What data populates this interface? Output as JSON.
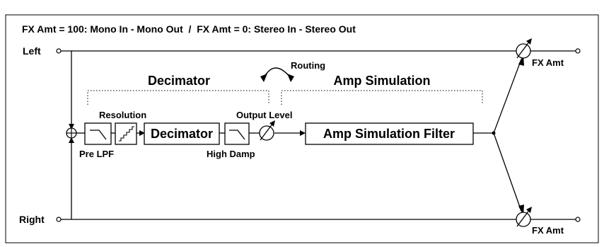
{
  "header": "FX Amt = 100: Mono In - Mono Out  /  FX Amt = 0: Stereo In - Stereo Out",
  "inputs": {
    "left": "Left",
    "right": "Right"
  },
  "sections": {
    "decimator": "Decimator",
    "amp_simulation": "Amp Simulation",
    "routing": "Routing"
  },
  "blocks": {
    "resolution": "Resolution",
    "pre_lpf": "Pre LPF",
    "decimator": "Decimator",
    "high_damp": "High Damp",
    "output_level": "Output Level",
    "amp_sim_filter": "Amp Simulation Filter"
  },
  "outputs": {
    "fx_amt_top": "FX Amt",
    "fx_amt_bottom": "FX Amt"
  },
  "icons": [
    "summing-junction-icon",
    "lowpass-filter-icon",
    "staircase-quantize-icon",
    "variable-gain-icon",
    "routing-swap-arrow-icon",
    "output-terminal-icon"
  ]
}
